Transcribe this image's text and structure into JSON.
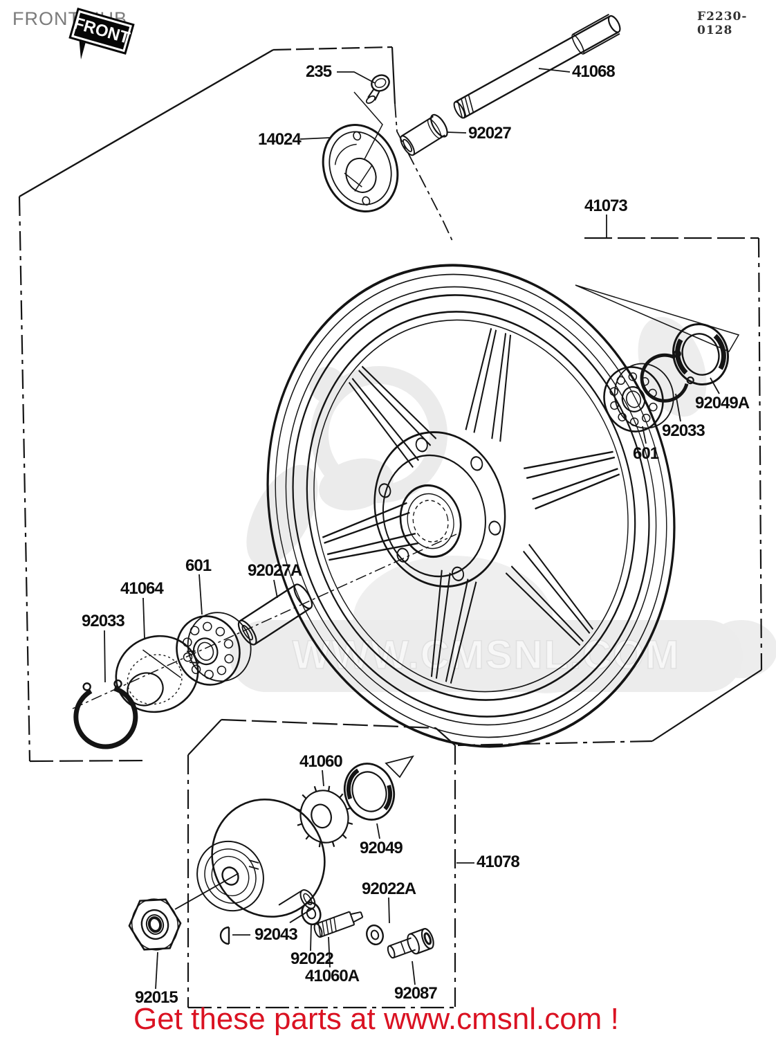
{
  "header": {
    "title": "FRONT HUB",
    "front_sign": "FRONT",
    "fiche_code": "F2230-0128"
  },
  "watermark": {
    "text": "WWW.CMSNL.COM"
  },
  "footer": {
    "promo": "Get these parts at www.cmsnl.com !"
  },
  "colors": {
    "line": "#141414",
    "title_gray": "#7b7b7b",
    "promo_red": "#da1222",
    "watermark_gray": "#ececec"
  },
  "parts": [
    "235",
    "41068",
    "14024",
    "92027",
    "41073",
    "92049A",
    "92033",
    "601",
    "92027A",
    "601",
    "41064",
    "92033",
    "41060",
    "92049",
    "41078",
    "92022A",
    "92043",
    "92022",
    "41060A",
    "92015",
    "92087"
  ]
}
